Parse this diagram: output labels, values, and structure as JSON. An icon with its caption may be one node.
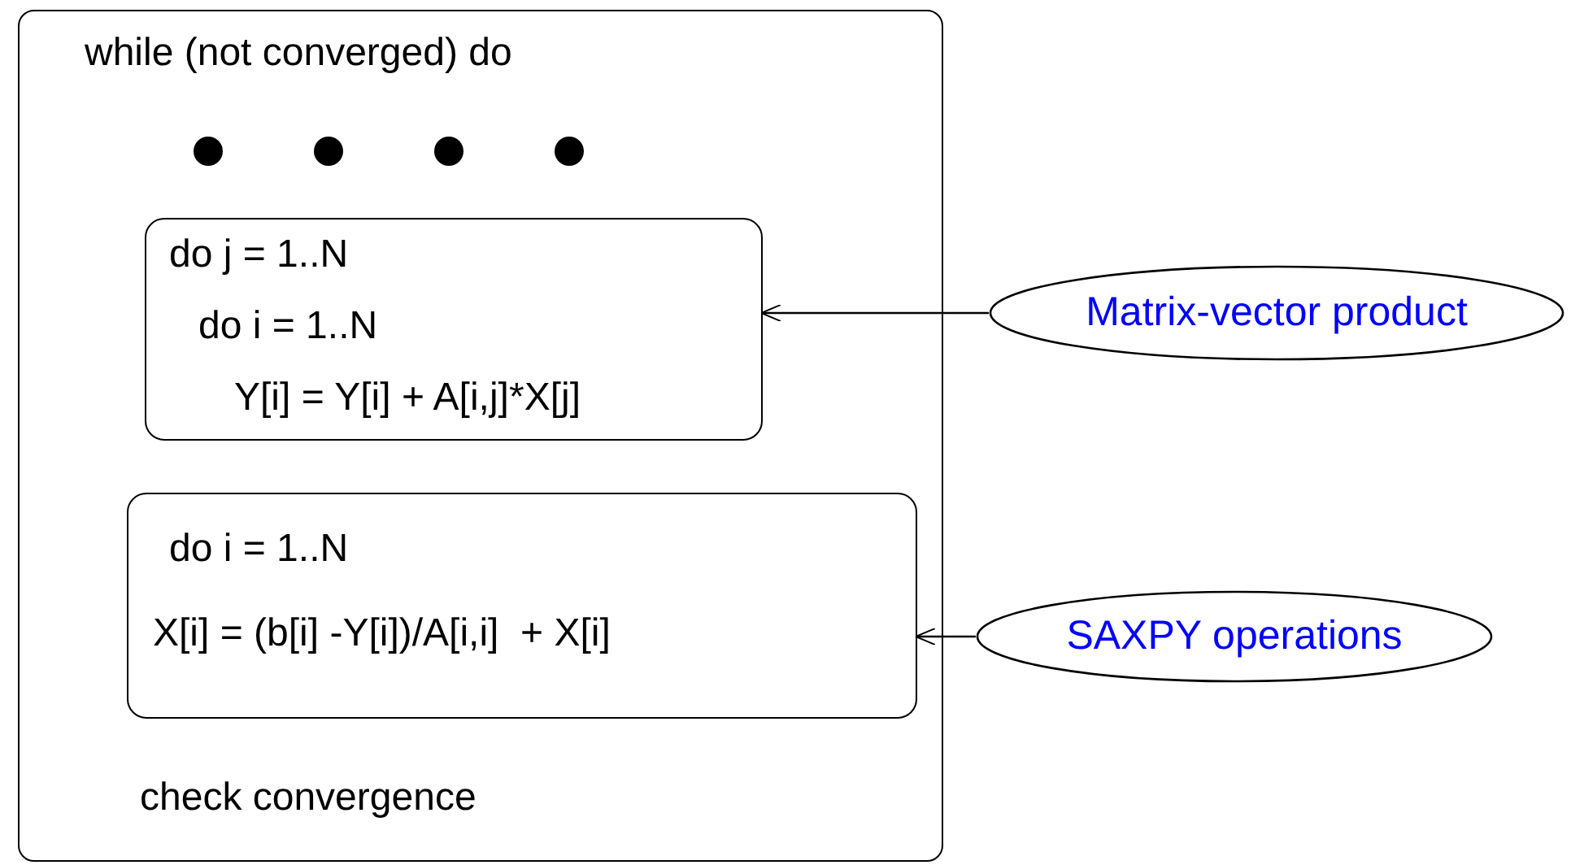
{
  "diagram": {
    "nodes": [
      {
        "text": [
          "while (not converged) do",
          "check convergence"
        ]
      },
      {
        "text": [
          "do j = 1..N",
          "do i = 1..N",
          "Y[i] = Y[i] + A[i,j]*X[j]"
        ],
        "in": 0
      },
      {
        "text": [
          "do i = 1..N",
          "X[i] = (b[i] -Y[i])/A[i,i]  + X[i]"
        ],
        "in": 0
      },
      {
        "text": [
          "Matrix-vector product"
        ]
      },
      {
        "text": [
          "SAXPY operations"
        ]
      }
    ],
    "edges": [
      {
        "from": 3,
        "to": 1,
        "arrow": "to"
      },
      {
        "from": 4,
        "to": 2,
        "arrow": "to"
      }
    ]
  }
}
